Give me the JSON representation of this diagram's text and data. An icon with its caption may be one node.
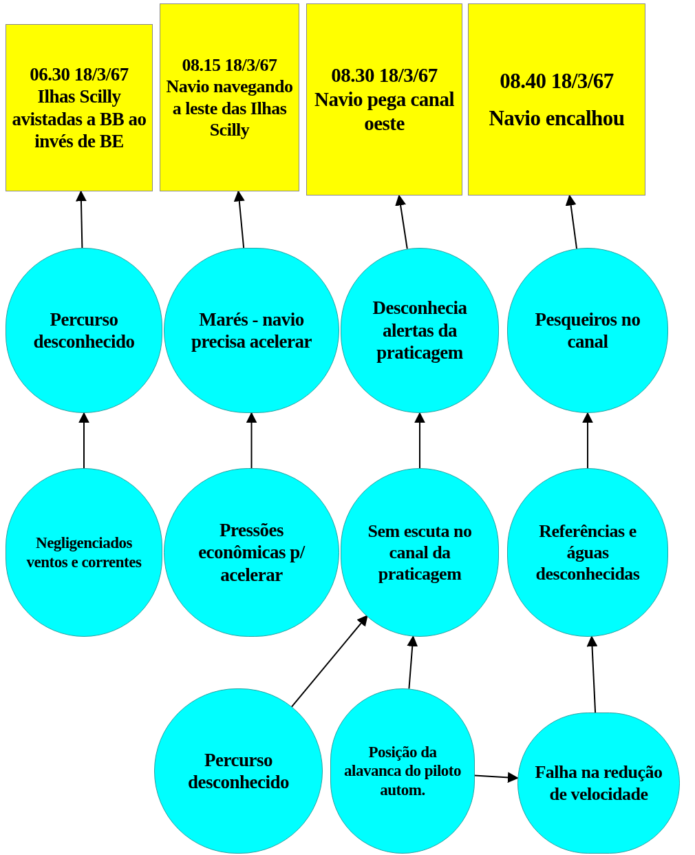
{
  "diagram": {
    "nodes": [
      {
        "text": [
          "06.30 18/3/67 Ilhas Scilly avistadas a BB ao invés de BE"
        ]
      },
      {
        "text": [
          "08.15 18/3/67 Navio navegando a leste das Ilhas Scilly"
        ]
      },
      {
        "text": [
          "08.30 18/3/67 Navio pega canal oeste"
        ]
      },
      {
        "text": [
          "08.40 18/3/67",
          "Navio encalhou"
        ]
      },
      {
        "text": [
          "Percurso desconhecido"
        ]
      },
      {
        "text": [
          "Marés - navio precisa acelerar"
        ]
      },
      {
        "text": [
          "Desconhecia alertas da praticagem"
        ]
      },
      {
        "text": [
          "Pesqueiros no canal"
        ]
      },
      {
        "text": [
          "Negligenciados ventos e correntes"
        ]
      },
      {
        "text": [
          "Pressões econômicas p/ acelerar"
        ]
      },
      {
        "text": [
          "Sem escuta no canal da praticagem"
        ]
      },
      {
        "text": [
          "Referências e águas desconhecidas"
        ]
      },
      {
        "text": [
          "Percurso desconhecido"
        ]
      },
      {
        "text": [
          "Posição da alavanca do piloto autom."
        ]
      },
      {
        "text": [
          "Falha na redução de velocidade"
        ]
      }
    ],
    "edges": [
      {
        "from": 4,
        "to": 0,
        "arrow": "to"
      },
      {
        "from": 5,
        "to": 1,
        "arrow": "to"
      },
      {
        "from": 6,
        "to": 2,
        "arrow": "to"
      },
      {
        "from": 7,
        "to": 3,
        "arrow": "to"
      },
      {
        "from": 8,
        "to": 4,
        "arrow": "to"
      },
      {
        "from": 9,
        "to": 5,
        "arrow": "to"
      },
      {
        "from": 10,
        "to": 6,
        "arrow": "to"
      },
      {
        "from": 11,
        "to": 7,
        "arrow": "to"
      },
      {
        "from": 12,
        "to": 10,
        "arrow": "to"
      },
      {
        "from": 13,
        "to": 10,
        "arrow": "to"
      },
      {
        "from": 13,
        "to": 14,
        "arrow": "to"
      },
      {
        "from": 14,
        "to": 11,
        "arrow": "to"
      }
    ]
  }
}
